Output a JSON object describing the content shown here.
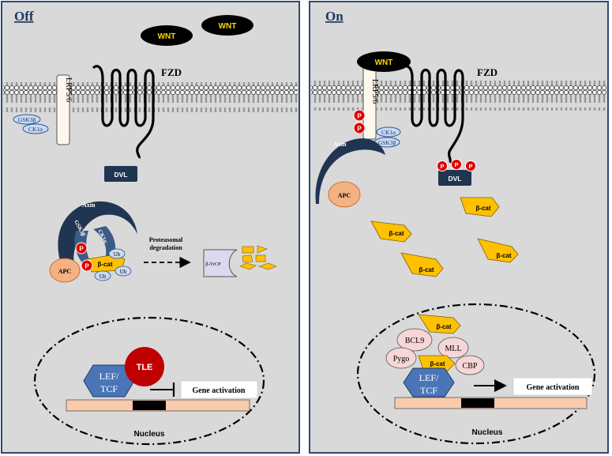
{
  "off": {
    "title": "Off",
    "wnt1": "WNT",
    "wnt2": "WNT",
    "fzd": "FZD",
    "lrp": "LRP5/6",
    "gsk": "GSK3β",
    "ck1": "CK1α",
    "dvl": "DVL",
    "axin": "Axin",
    "gsk_complex": "GSK3β",
    "ck1_complex": "CK1α",
    "apc": "APC",
    "p1": "P",
    "p2": "P",
    "bcat": "β-cat",
    "ub1": "Ub",
    "ub2": "Ub",
    "ub3": "Ub",
    "degradation_line1": "Proteasomal",
    "degradation_line2": "degradation",
    "btrcp": "β-TrCP",
    "lef_line1": "LEF/",
    "lef_line2": "TCF",
    "tle": "TLE",
    "gene": "Gene activation",
    "nucleus": "Nucleus"
  },
  "on": {
    "title": "On",
    "wnt": "WNT",
    "fzd": "FZD",
    "lrp": "LRP5/6",
    "p1": "P",
    "p2": "P",
    "ck1": "CK1α",
    "gsk": "GSK3β",
    "axin": "Axin",
    "apc": "APC",
    "dvl": "DVL",
    "dvl_p1": "P",
    "dvl_p2": "P",
    "dvl_p3": "P",
    "bcat1": "β-cat",
    "bcat2": "β-cat",
    "bcat3": "β-cat",
    "bcat4": "β-cat",
    "bcat_top": "β-cat",
    "bcat_complex": "β-cat",
    "bcl9": "BCL9",
    "pygo": "Pygo",
    "mll": "MLL",
    "cbp": "CBP",
    "lef_line1": "LEF/",
    "lef_line2": "TCF",
    "gene": "Gene activation",
    "nucleus": "Nucleus"
  },
  "colors": {
    "panel_bg": "#d9d9d9",
    "panel_border": "#2f4a73",
    "title": "#1f3864",
    "navy": "#1f3552",
    "bcat_yellow": "#ffc000",
    "apc_peach": "#f4b183",
    "p_red": "#e00000",
    "tle_red": "#c00000",
    "lef_blue": "#4a76b8",
    "dna_peach": "#f8cbad",
    "light_blue": "#c9daf1",
    "pink": "#f6d6d6"
  }
}
